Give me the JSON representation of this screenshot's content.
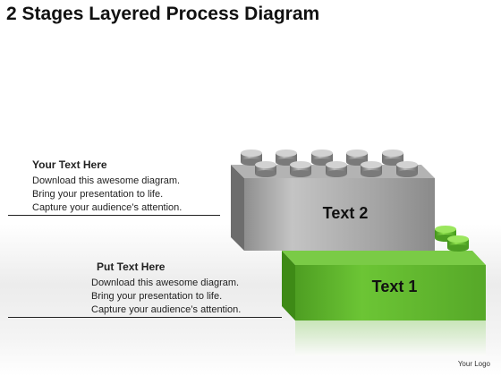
{
  "title": "2 Stages Layered Process Diagram",
  "block_top": {
    "heading": "Your Text Here",
    "lines": [
      "Download this awesome diagram.",
      "Bring your presentation to life.",
      "Capture your audience’s attention."
    ]
  },
  "block_bottom": {
    "heading": "Put Text Here",
    "lines": [
      "Download this awesome diagram.",
      "Bring your presentation to life.",
      "Capture your audience’s attention."
    ]
  },
  "bricks": [
    {
      "label": "Text 2",
      "color": "#9a9a9a"
    },
    {
      "label": "Text 1",
      "color": "#5fb52d"
    }
  ],
  "footer": "Your Logo"
}
